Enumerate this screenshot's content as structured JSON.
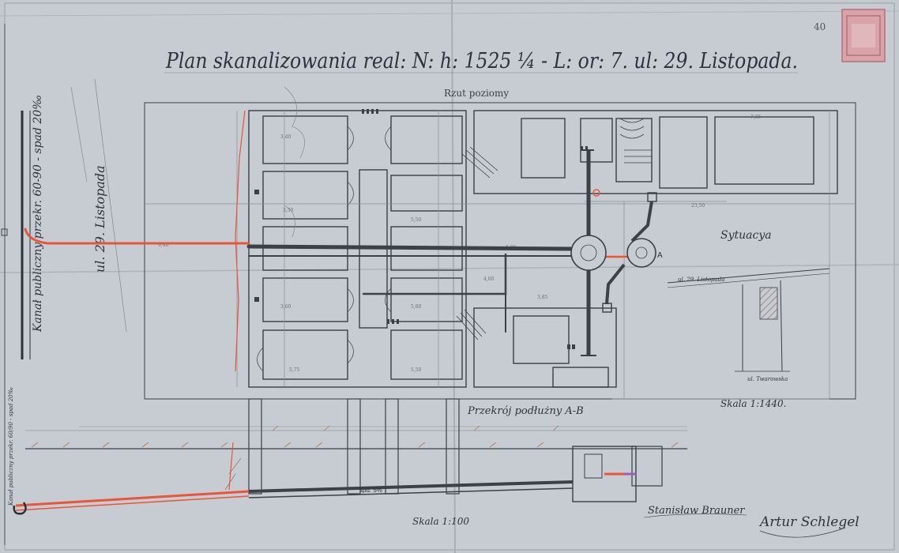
{
  "document": {
    "title": "Plan skanalizowania real: N: h: 1525 ¼ - L: or: 7. ul: 29. Listopada.",
    "page_number": "40",
    "stamp_text": "",
    "colors": {
      "paper": "#c2c8cd",
      "ink": "#3a3f48",
      "sewer_dark": "#3c4048",
      "sewer_red": "#e8553a",
      "pencil": "#7a7f88",
      "stamp": "#d7a0a8",
      "violet": "#9a5fb0"
    }
  },
  "plan": {
    "label": "Rzut poziomy",
    "scale": "Skala 1:100"
  },
  "street": {
    "name": "ul. 29. Listopada",
    "canal_label": "Kanał publiczny przekr. 60-90 - spad 20‰"
  },
  "situation": {
    "label": "Sytuacya",
    "scale": "Skala 1:1440.",
    "street_label": "ul. 29. Listopada",
    "neighbor_label": "ul. Twarowska"
  },
  "section": {
    "label": "Przekrój podłużny A-B",
    "slope_label": "spd: 5%",
    "vertical_note": "Kanał publiczny przekr. 60/90 - spad 20‰"
  },
  "markers": {
    "A": "A"
  },
  "signatures": [
    {
      "name": "Stanisław Brauner"
    },
    {
      "name": "Artur Schlegel"
    }
  ]
}
